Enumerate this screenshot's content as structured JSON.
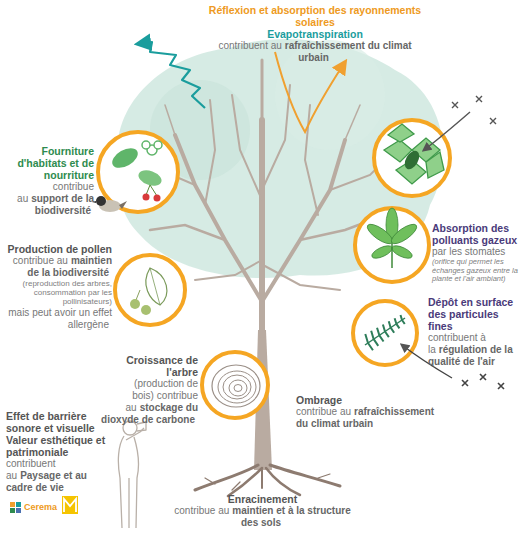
{
  "diagram": {
    "labels": [
      "Réflexion et absorption des rayonnements solaires",
      "Evapotranspiration",
      "contribuent au",
      "rafraîchissement du climat urbain",
      "Fourniture d'habitats et de nourriture",
      "contribue au",
      "support de la biodiversité",
      "Production de pollen",
      "contribue au",
      "maintien de la biodiversité",
      "(reproduction des arbres, consommation par les pollinisateurs)",
      "mais peut avoir un effet allergène",
      "Croissance de l'arbre",
      "(production de bois)",
      "contribue au",
      "stockage du dioxyde de carbone",
      "Effet de barrière sonore et visuelle",
      "Valeur esthétique et patrimoniale",
      "contribuent au",
      "Paysage et au cadre de vie",
      "Absorption des polluants gazeux",
      "par les stomates",
      "(orifice qui permet les échanges gazeux entre la plante et l'air ambiant)",
      "Dépôt en surface des particules fines",
      "contribuent à la",
      "régulation de la qualité de l'air",
      "Ombrage",
      "contribue au",
      "rafraîchissement du climat urbain",
      "Enracinement",
      "contribue au",
      "maintien et à la structure des sols",
      "Cerema"
    ]
  }
}
